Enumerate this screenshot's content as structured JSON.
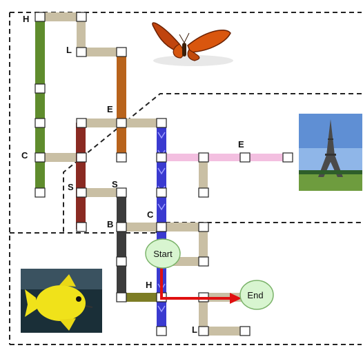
{
  "diagram": {
    "start_label": "Start",
    "end_label": "End",
    "node_fill": "#d8f5d0",
    "node_stroke": "#7bb36a",
    "arrow_color": "#e01010",
    "letters": [
      "H",
      "L",
      "E",
      "E",
      "C",
      "S",
      "S",
      "C",
      "B",
      "H",
      "L"
    ],
    "images": [
      "butterfly",
      "eiffel-tower",
      "yellow-fish"
    ],
    "track_textures": {
      "green": "#5f8c2d",
      "tan": "#c9bfa4",
      "orange": "#b8631c",
      "red": "#8a2a22",
      "blue": "#3a3ad0",
      "pink": "#f3bfe0",
      "black": "#3c3c3c",
      "olive": "#7d7d25"
    }
  }
}
